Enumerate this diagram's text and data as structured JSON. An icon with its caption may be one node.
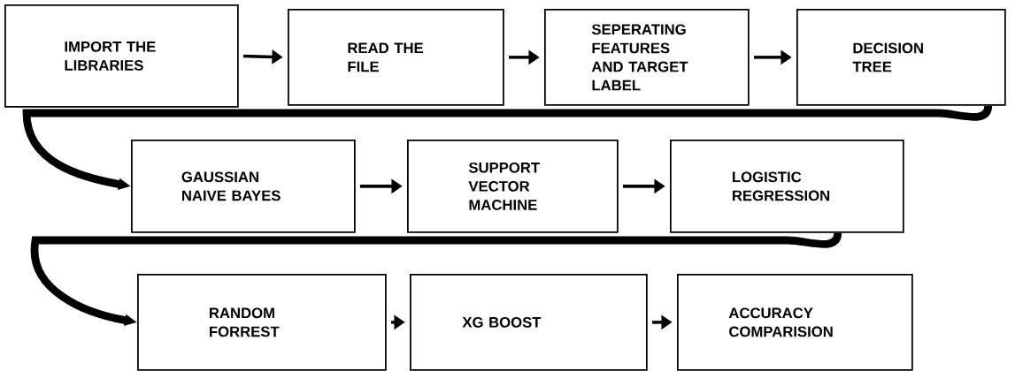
{
  "diagram": {
    "nodes": [
      {
        "text": [
          "IMPORT THE LIBRARIES"
        ]
      },
      {
        "text": [
          "READ THE FILE"
        ]
      },
      {
        "text": [
          "SEPERATING FEATURES AND TARGET LABEL"
        ]
      },
      {
        "text": [
          "DECISION TREE"
        ]
      },
      {
        "text": [
          "GAUSSIAN NAIVE BAYES"
        ]
      },
      {
        "text": [
          "SUPPORT VECTOR MACHINE"
        ]
      },
      {
        "text": [
          "LOGISTIC REGRESSION"
        ]
      },
      {
        "text": [
          "RANDOM FORREST"
        ]
      },
      {
        "text": [
          "XG BOOST"
        ]
      },
      {
        "text": [
          "ACCURACY COMPARISION"
        ]
      }
    ],
    "edges": [
      {
        "from": 0,
        "to": 1,
        "arrow": "to"
      },
      {
        "from": 1,
        "to": 2,
        "arrow": "to"
      },
      {
        "from": 2,
        "to": 3,
        "arrow": "to"
      },
      {
        "from": 3,
        "to": 4,
        "arrow": "to",
        "style": "thick"
      },
      {
        "from": 4,
        "to": 5,
        "arrow": "to"
      },
      {
        "from": 5,
        "to": 6,
        "arrow": "to"
      },
      {
        "from": 6,
        "to": 7,
        "arrow": "to",
        "style": "thick"
      },
      {
        "from": 7,
        "to": 8,
        "arrow": "to"
      },
      {
        "from": 8,
        "to": 9,
        "arrow": "to"
      }
    ]
  }
}
